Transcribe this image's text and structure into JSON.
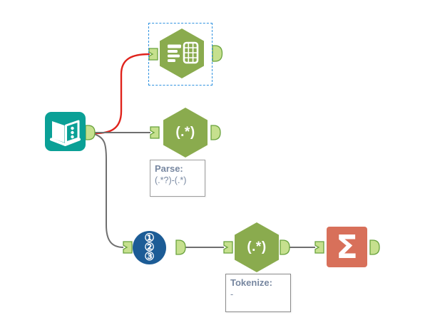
{
  "canvas": {
    "type": "workflow-canvas",
    "background": "#ffffff"
  },
  "colors": {
    "text_input_teal": "#0aa096",
    "tool_green": "#8aab4e",
    "anchor_fill": "#c6e08e",
    "anchor_stroke": "#69a23d",
    "record_id_blue": "#1c5c96",
    "summarize_orange": "#d8705a",
    "wire_gray": "#6f6f6f",
    "wire_red": "#e0231c",
    "selection_blue": "#2f92e0",
    "annotation_text": "#7787a0",
    "annotation_border": "#9e9e9e"
  },
  "tools": {
    "text_input": {
      "icon": "open-book-icon"
    },
    "text_to_columns": {
      "icon": "text-table-icon",
      "selected": true
    },
    "regex_parse": {
      "glyph": "(.*)"
    },
    "record_id": {
      "digits": [
        "①",
        "②",
        "③"
      ]
    },
    "regex_tokenize": {
      "glyph": "(.*)"
    },
    "summarize": {
      "glyph": "Σ"
    }
  },
  "annotations": {
    "parse": {
      "title": "Parse:",
      "body": "(.*?)-(.*)"
    },
    "tokenize": {
      "title": "Tokenize:",
      "body": "-"
    }
  }
}
